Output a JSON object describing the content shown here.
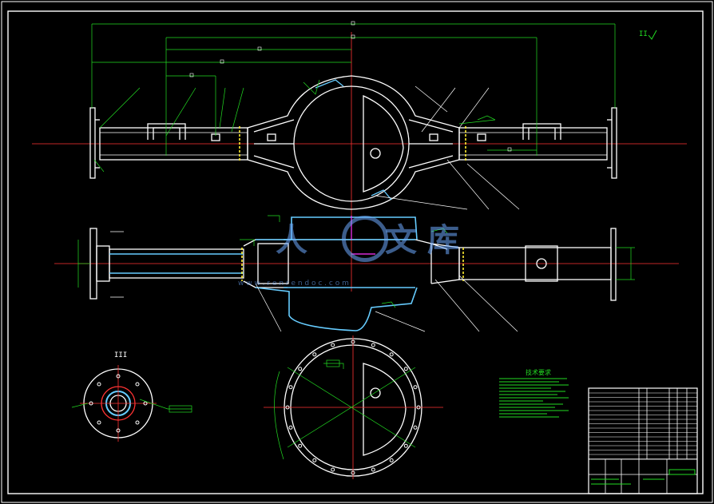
{
  "view_marks": {
    "top_right": "II",
    "flange_section": "III"
  },
  "notes_header": "技术要求",
  "watermark": {
    "chars": [
      "人",
      "文",
      "库"
    ],
    "url": "w w w . r e n r e n d o c . c o m"
  },
  "colors": {
    "background": "#000000",
    "outline": "#ffffff",
    "centerline": "#ff3333",
    "dimension": "#22dd22",
    "section": "#66ccff",
    "yellow": "#ffee33",
    "magenta": "#ff33ff",
    "border": "#ffffff"
  }
}
